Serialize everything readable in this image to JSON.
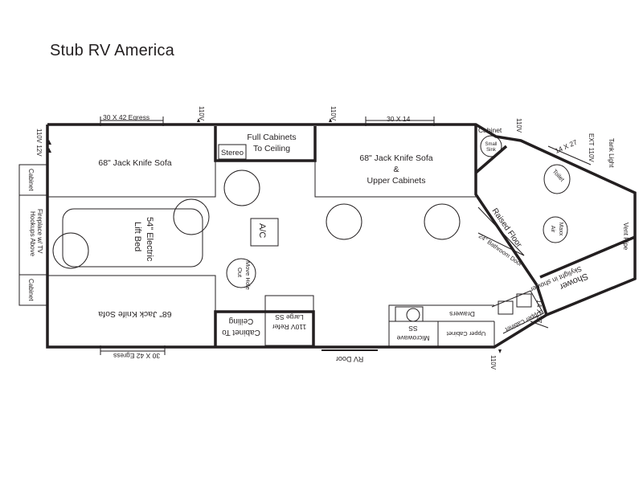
{
  "title": "Stub RV America",
  "labels": {
    "egress_top": "30 X 42 Egress",
    "egress_bottom": "30 X 42 Egress",
    "v110_top_left": "110V",
    "v110_top_mid": "110V",
    "window_top": "30 X 14",
    "v110_front": "110V",
    "v110_12v": "110V 12V",
    "ext_110v": "EXT 110V",
    "tank_light": "Tank Light",
    "win_14x27_top": "14 X 27",
    "win_14x27_bottom": "14 X 27",
    "v110_bottom": "110V",
    "sofa_left_top": "68\" Jack Knife Sofa",
    "sofa_left_bottom": "68\" Jack Knife Sofa",
    "cabinets_ceiling_line1": "Full Cabinets",
    "cabinets_ceiling_line2": "To Ceiling",
    "stereo": "Stereo",
    "sofa_right_line1": "68\" Jack Knife Sofa",
    "sofa_right_line2": "&",
    "sofa_right_line3": "Upper Cabinets",
    "cabinet_front": "Cabinet",
    "small_sink_line1": "Small",
    "small_sink_line2": "Sink",
    "toilet": "Toilet",
    "raised_floor": "Raised Floor",
    "maxx_air_line1": "Maxx",
    "maxx_air_line2": "Air",
    "vent_pipe": "Vent Pipe",
    "bathroom_door": "24\" Bathroom Door",
    "shower": "Shower",
    "skylight": "Skylight in shower",
    "cabinet_side_top": "Cabinet",
    "fireplace_line1": "Fireplace w/ TV",
    "fireplace_line2": "Hookups Above",
    "cabinet_side_bottom": "Cabinet",
    "lift_bed_line1": "54\" Electric",
    "lift_bed_line2": "Lift Bed",
    "ac": "A/C",
    "move_hole_line1": "Move Hole",
    "move_hole_line2": "Out",
    "cabinet_to_ceiling_line1": "Cabinet To",
    "cabinet_to_ceiling_line2": "Ceiling",
    "refer_line1": "110V Refer",
    "refer_line2": "Large SS",
    "drawers": "Drawers",
    "microwave_line1": "Microwave",
    "microwave_line2": "SS",
    "upper_cabinet_bottom": "Upper Cabinet",
    "upper_cabinet_angled": "Upper Cabinet",
    "rv_door": "RV Door"
  }
}
